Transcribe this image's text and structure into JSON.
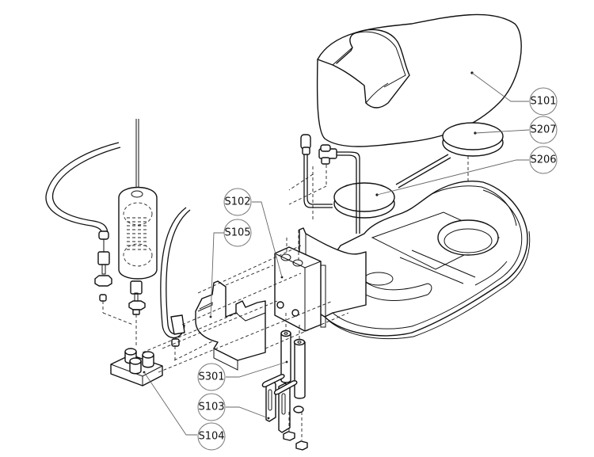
{
  "diagram": {
    "type": "exploded-assembly-view",
    "line_color": "#111111",
    "leader_color": "#666666",
    "callouts": [
      {
        "id": "s101",
        "label": "S101"
      },
      {
        "id": "s207",
        "label": "S207"
      },
      {
        "id": "s206",
        "label": "S206"
      },
      {
        "id": "s102",
        "label": "S102"
      },
      {
        "id": "s105",
        "label": "S105"
      },
      {
        "id": "s301",
        "label": "S301"
      },
      {
        "id": "s103",
        "label": "S103"
      },
      {
        "id": "s104",
        "label": "S104"
      }
    ]
  }
}
